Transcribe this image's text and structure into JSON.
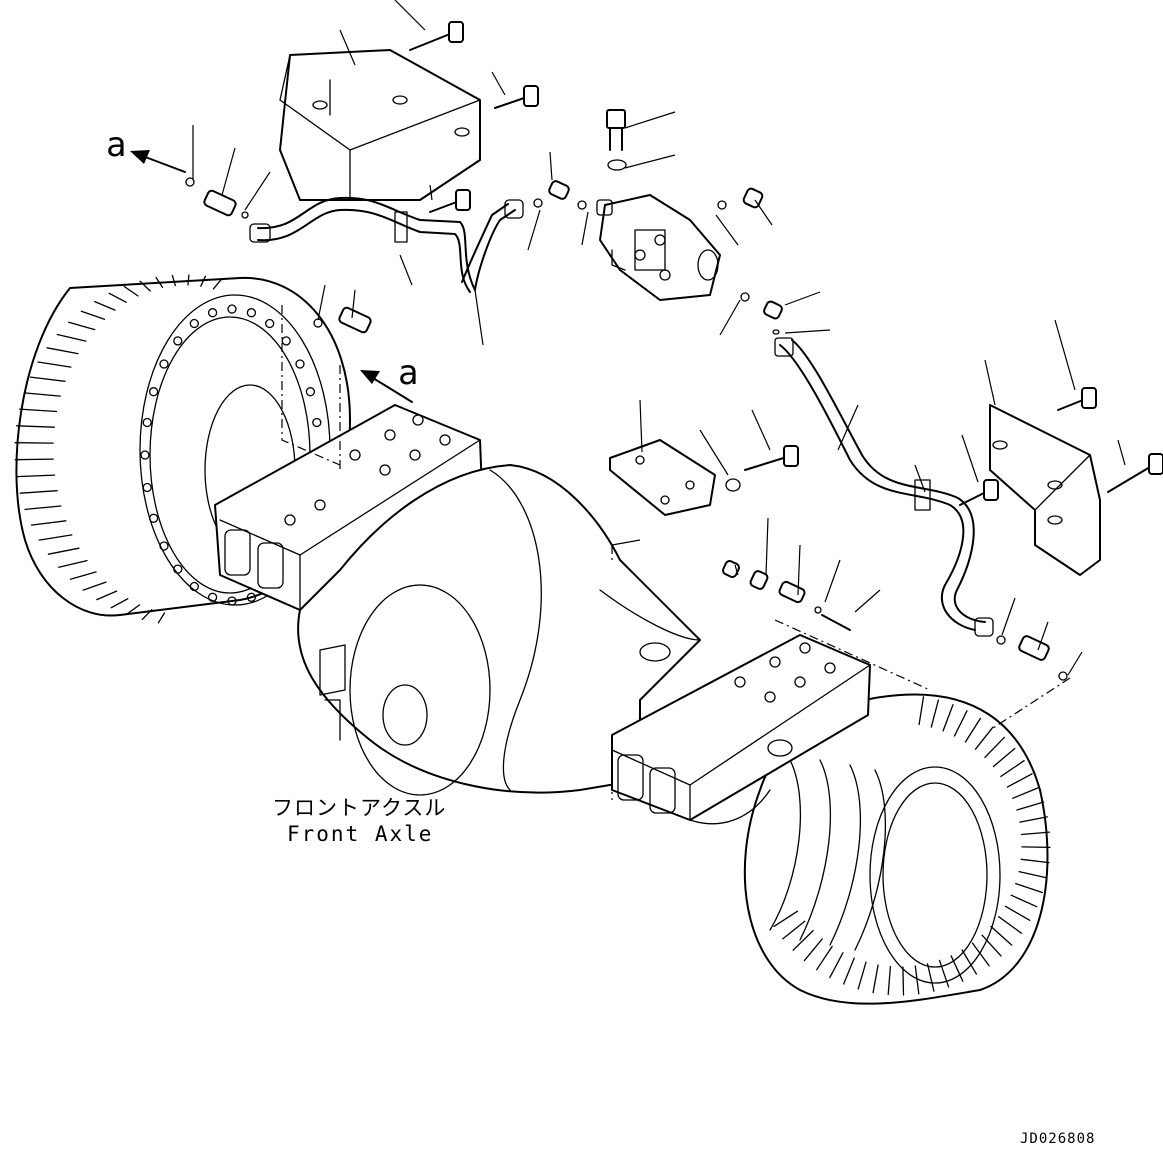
{
  "labels": {
    "arrow_ref": "a",
    "caption_jp": "フロントアクスル",
    "caption_en": "Front Axle",
    "drawing_id": "JD026808"
  }
}
